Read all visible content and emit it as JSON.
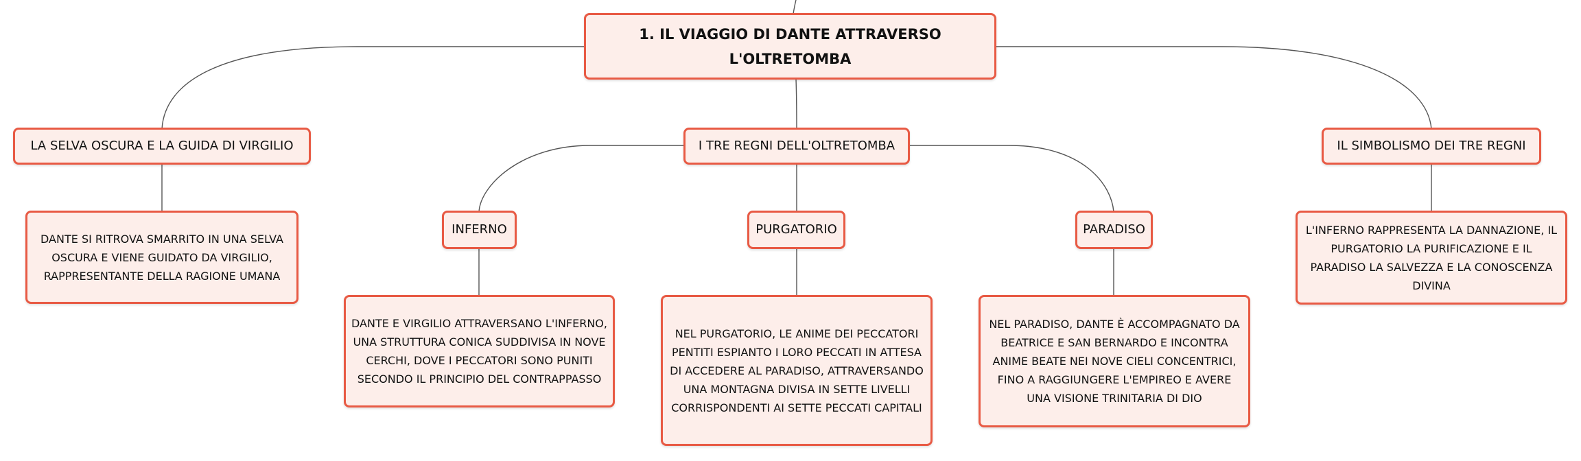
{
  "root": {
    "title": "1. IL VIAGGIO DI DANTE ATTRAVERSO L'OLTRETOMBA"
  },
  "topics": [
    {
      "title": "LA SELVA OSCURA E LA GUIDA DI VIRGILIO",
      "detail": "DANTE SI RITROVA SMARRITO IN UNA SELVA OSCURA E VIENE GUIDATO DA VIRGILIO, RAPPRESENTANTE DELLA RAGIONE UMANA"
    },
    {
      "title": "I TRE REGNI DELL'OLTRETOMBA",
      "subtopics": [
        {
          "title": "INFERNO",
          "detail": "DANTE E VIRGILIO ATTRAVERSANO L'INFERNO, UNA STRUTTURA CONICA SUDDIVISA IN NOVE CERCHI, DOVE I PECCATORI SONO PUNITI SECONDO IL PRINCIPIO DEL CONTRAPPASSO"
        },
        {
          "title": "PURGATORIO",
          "detail": "NEL PURGATORIO, LE ANIME DEI PECCATORI PENTITI ESPIANTO I LORO PECCATI IN ATTESA DI ACCEDERE AL PARADISO, ATTRAVERSANDO UNA MONTAGNA DIVISA IN SETTE LIVELLI CORRISPONDENTI AI SETTE PECCATI CAPITALI"
        },
        {
          "title": "PARADISO",
          "detail": "NEL PARADISO, DANTE È ACCOMPAGNATO DA BEATRICE E SAN BERNARDO E INCONTRA ANIME BEATE NEI NOVE CIELI CONCENTRICI, FINO A RAGGIUNGERE L'EMPIREO E AVERE UNA VISIONE TRINITARIA DI DIO"
        }
      ]
    },
    {
      "title": "IL SIMBOLISMO DEI TRE REGNI",
      "detail": "L'INFERNO RAPPRESENTA LA DANNAZIONE, IL PURGATORIO LA PURIFICAZIONE E IL PARADISO LA SALVEZZA E LA CONOSCENZA DIVINA"
    }
  ],
  "colors": {
    "node_fill": "#fdeeea",
    "node_border": "#e85a44",
    "connector": "#555555",
    "text": "#111111"
  }
}
